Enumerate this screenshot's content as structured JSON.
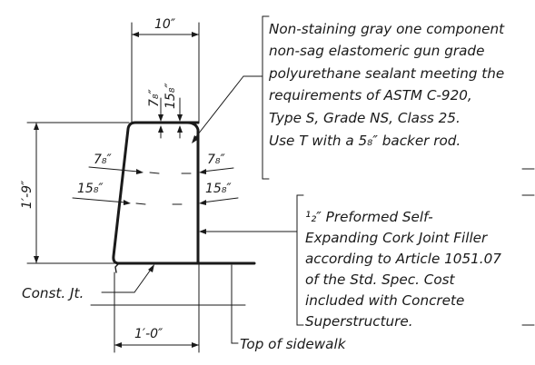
{
  "dimensions": {
    "top_width": "10″",
    "bottom_width": "1′-0″",
    "height": "1′-9″",
    "joint_top_left": "7₈″",
    "joint_top_right": "15₈″",
    "left_upper": "7₈″",
    "right_upper": "7₈″",
    "left_lower": "15₈″",
    "right_lower": "15₈″"
  },
  "labels": {
    "const_jt": "Const. Jt.",
    "top_of_sidewalk": "Top of sidewalk"
  },
  "sealant_note": [
    "Non-staining gray one component",
    "non-sag elastomeric gun grade",
    "polyurethane sealant meeting the",
    "requirements of ASTM C-920,",
    "Type S, Grade NS, Class 25.",
    "Use T with a 5₈″ backer rod."
  ],
  "filler_note": [
    "¹₂″ Preformed Self-",
    "Expanding Cork Joint Filler",
    "according to Article 1051.07",
    "of the Std. Spec. Cost",
    "included with Concrete",
    "Superstructure."
  ]
}
